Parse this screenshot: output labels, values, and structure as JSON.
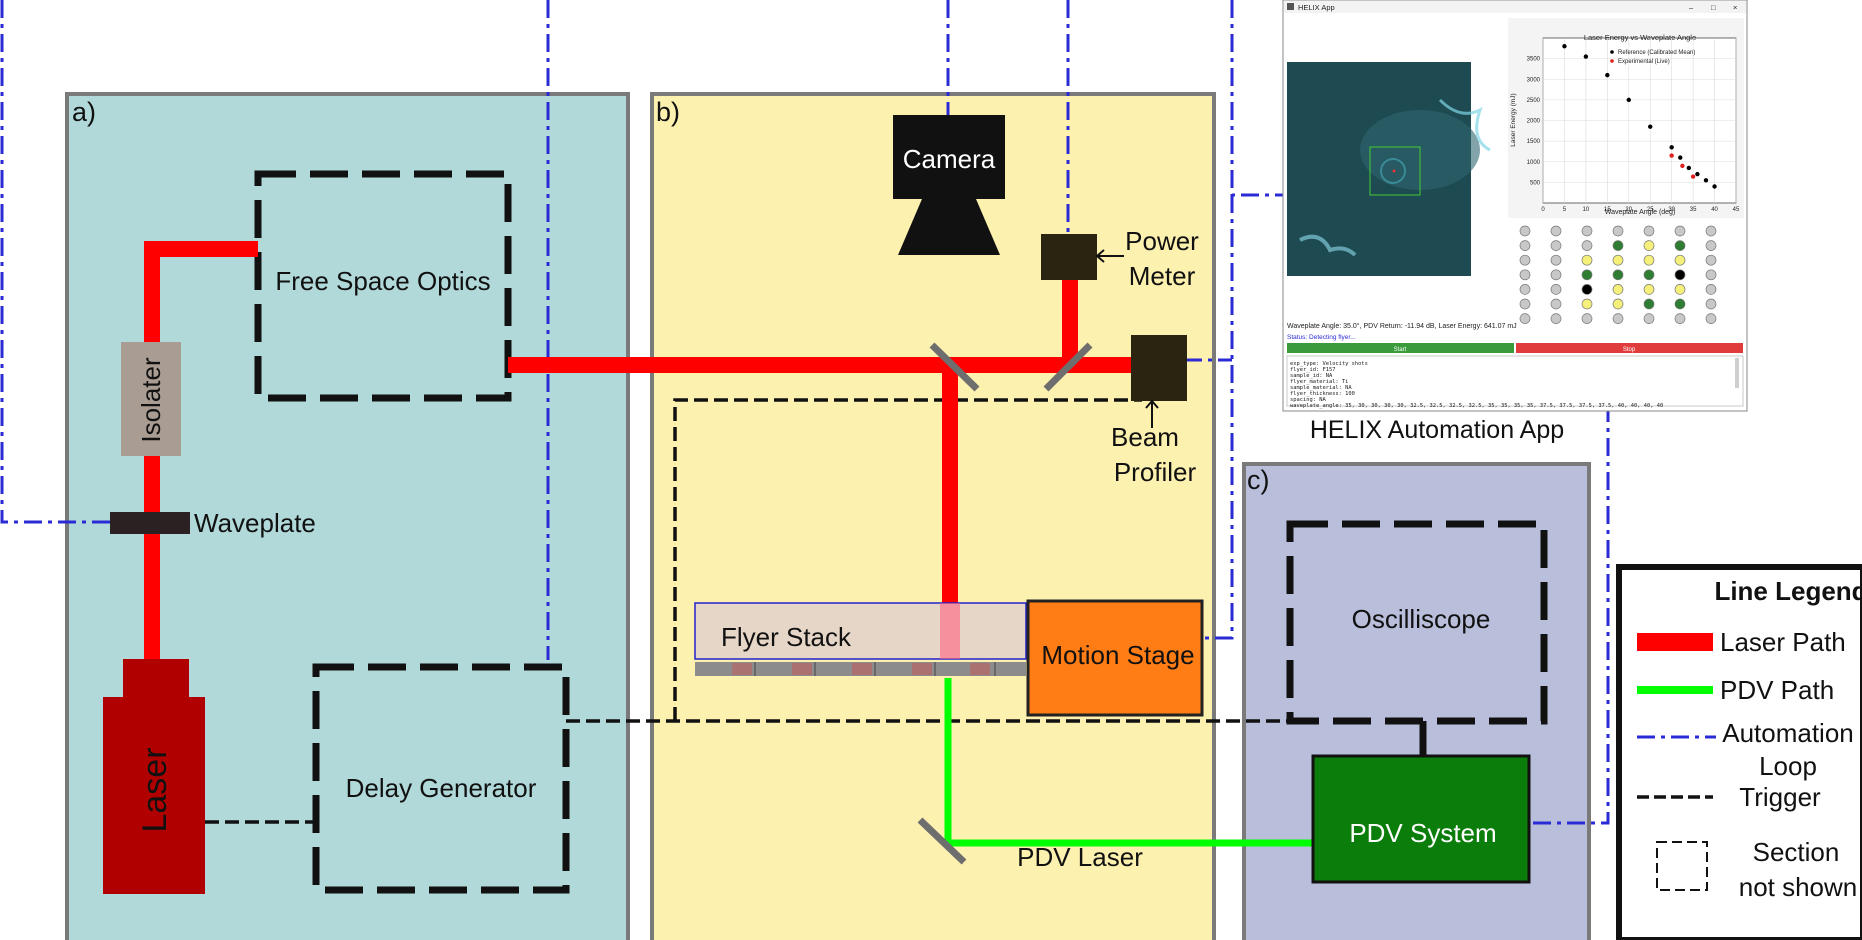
{
  "panels": {
    "a": {
      "label": "a)"
    },
    "b": {
      "label": "b)"
    },
    "c": {
      "label": "c)"
    }
  },
  "components": {
    "free_space_optics": "Free Space Optics",
    "isolater": "Isolater",
    "waveplate": "Waveplate",
    "laser": "Laser",
    "delay_generator": "Delay Generator",
    "camera": "Camera",
    "power_meter": [
      "Power",
      "Meter"
    ],
    "beam_profiler": [
      "Beam",
      "Profiler"
    ],
    "flyer_stack": "Flyer Stack",
    "motion_stage": "Motion Stage",
    "pdv_laser": "PDV Laser",
    "oscilliscope": "Oscilliscope",
    "pdv_system": "PDV System"
  },
  "app": {
    "caption": "HELIX Automation App",
    "window_title": "HELIX App",
    "status_line": "Waveplate Angle: 35.0°, PDV Return: -11.94 dB, Laser Energy: 641.07 mJ",
    "status": "Status: Detecting flyer...",
    "start_label": "Start",
    "stop_label": "Stop",
    "log_lines": [
      "exp_type: Velocity shots",
      "flyer_id: F157",
      "sample_id: NA",
      "flyer_material: Ti",
      "sample_material: NA",
      "flyer_thickness: 100",
      "spacing: NA",
      "waveplate_angle: 35, 30, 30, 30, 30, 32.5, 32.5, 32.5, 32.5, 35, 35, 35, 35, 37.5, 37.5, 37.5, 37.5, 40, 40, 40, 40"
    ],
    "grid_colors": {
      "gray": "#c8c8c8",
      "green": "#2e7d32",
      "yellow": "#f5f07a",
      "black": "#000000"
    },
    "grid": [
      [
        "gray",
        "gray",
        "gray",
        "gray",
        "gray",
        "gray",
        "gray"
      ],
      [
        "gray",
        "gray",
        "gray",
        "green",
        "yellow",
        "green",
        "gray"
      ],
      [
        "gray",
        "gray",
        "yellow",
        "yellow",
        "yellow",
        "yellow",
        "gray"
      ],
      [
        "gray",
        "gray",
        "green",
        "green",
        "green",
        "black",
        "gray"
      ],
      [
        "gray",
        "gray",
        "black",
        "yellow",
        "yellow",
        "yellow",
        "gray"
      ],
      [
        "gray",
        "gray",
        "yellow",
        "yellow",
        "green",
        "green",
        "gray"
      ],
      [
        "gray",
        "gray",
        "gray",
        "gray",
        "gray",
        "gray",
        "gray"
      ]
    ]
  },
  "legend": {
    "title": "Line Legend",
    "items": [
      {
        "label": "Laser Path",
        "style": "laser"
      },
      {
        "label": "PDV Path",
        "style": "pdv"
      },
      {
        "label_lines": [
          "Automation",
          "Loop"
        ],
        "style": "automation"
      },
      {
        "label": "Trigger",
        "style": "trigger"
      },
      {
        "label_lines": [
          "Section",
          "not shown"
        ],
        "style": "section"
      }
    ]
  },
  "colors": {
    "laser_path": "#ff0000",
    "pdv_path": "#00ff00",
    "automation": "#2b2bd6",
    "panel_a": "#b1d9d9",
    "panel_b": "#fdf1b0",
    "panel_c": "#b9bedb",
    "motion_stage": "#ff7d14",
    "pdv_system": "#0a7d0a",
    "laser_body": "#b00000",
    "isolater": "#a99c92"
  },
  "chart_data": {
    "type": "scatter",
    "title": "Laser Energy vs Waveplate Angle",
    "xlabel": "Waveplate Angle (deg)",
    "ylabel": "Laser Energy (mJ)",
    "xlim": [
      0,
      45
    ],
    "ylim": [
      0,
      4000
    ],
    "xticks": [
      0,
      5,
      10,
      15,
      20,
      25,
      30,
      35,
      40,
      45
    ],
    "yticks": [
      500,
      1000,
      1500,
      2000,
      2500,
      3000,
      3500
    ],
    "grid": true,
    "legend_position": "top-right",
    "series": [
      {
        "name": "Reference (Calibrated Mean)",
        "color": "#000000",
        "x": [
          5,
          10,
          15,
          20,
          25,
          30,
          32,
          34,
          36,
          38,
          40
        ],
        "y": [
          3800,
          3550,
          3100,
          2500,
          1850,
          1350,
          1100,
          850,
          700,
          550,
          400
        ]
      },
      {
        "name": "Experimental (Live)",
        "color": "#e02020",
        "x": [
          30,
          32.5,
          35
        ],
        "y": [
          1150,
          900,
          640
        ]
      }
    ]
  }
}
